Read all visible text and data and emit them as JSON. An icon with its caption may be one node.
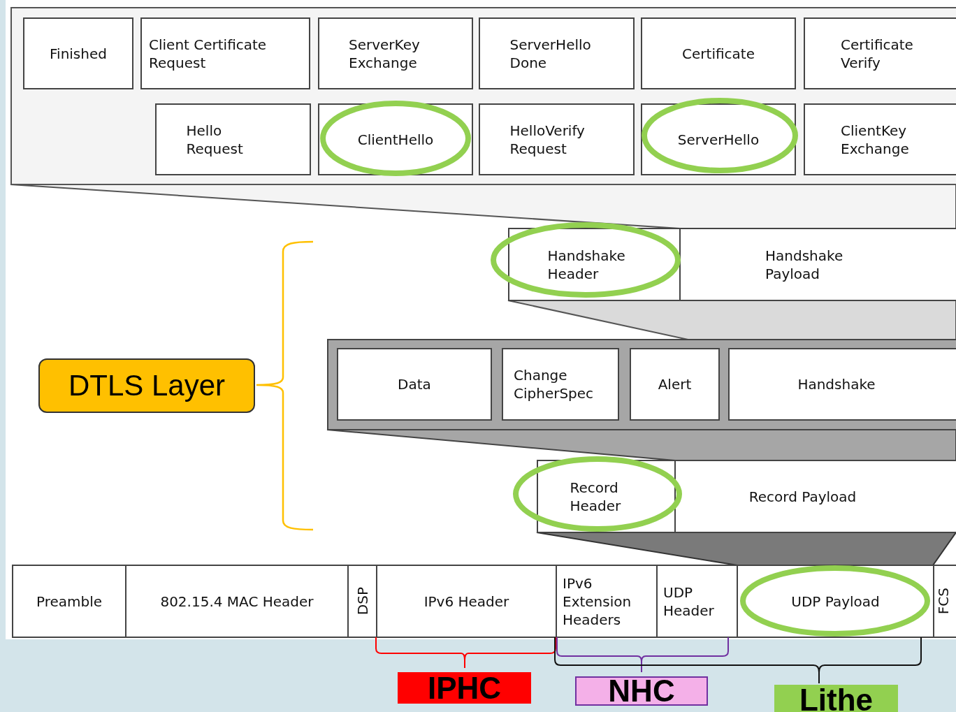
{
  "diagram": {
    "nodes": [
      {
        "text": [],
        "shape": "box"
      },
      {
        "text": [
          "Finished"
        ],
        "in": 0
      },
      {
        "text": [
          "Client Certificate Request"
        ],
        "in": 0
      },
      {
        "text": [
          "ServerKey Exchange"
        ],
        "in": 0
      },
      {
        "text": [
          "ServerHello Done"
        ],
        "in": 0
      },
      {
        "text": [
          "Certificate"
        ],
        "in": 0
      },
      {
        "text": [
          "Certificate Verify"
        ],
        "in": 0
      },
      {
        "text": [
          "Hello Request"
        ],
        "in": 0
      },
      {
        "text": [
          "ClientHello"
        ],
        "in": 0
      },
      {
        "text": [
          "HelloVerify Request"
        ],
        "in": 0
      },
      {
        "text": [
          "ServerHello"
        ],
        "in": 0
      },
      {
        "text": [
          "ClientKey Exchange"
        ],
        "in": 0
      },
      {
        "text": [
          "Handshake Header"
        ]
      },
      {
        "text": [
          "Handshake Payload"
        ]
      },
      {
        "text": [
          "DTLS Layer"
        ]
      },
      {
        "text": [],
        "shape": "box"
      },
      {
        "text": [
          "Data"
        ],
        "in": 15
      },
      {
        "text": [
          "Change CipherSpec"
        ],
        "in": 15
      },
      {
        "text": [
          "Alert"
        ],
        "in": 15
      },
      {
        "text": [
          "Handshake"
        ],
        "in": 15
      },
      {
        "text": [
          "Record Header"
        ]
      },
      {
        "text": [
          "Record Payload"
        ]
      },
      {
        "text": [
          "Preamble"
        ]
      },
      {
        "text": [
          "802.15.4 MAC Header"
        ]
      },
      {
        "text": [
          "DSP"
        ]
      },
      {
        "text": [
          "IPv6 Header"
        ]
      },
      {
        "text": [
          "IPv6 Extension Headers"
        ]
      },
      {
        "text": [
          "UDP Header"
        ]
      },
      {
        "text": [
          "UDP Payload"
        ]
      },
      {
        "text": [
          "FCS"
        ]
      },
      {
        "text": [
          "IPHC"
        ]
      },
      {
        "text": [
          "NHC"
        ]
      },
      {
        "text": [
          "Lithe"
        ]
      }
    ]
  }
}
